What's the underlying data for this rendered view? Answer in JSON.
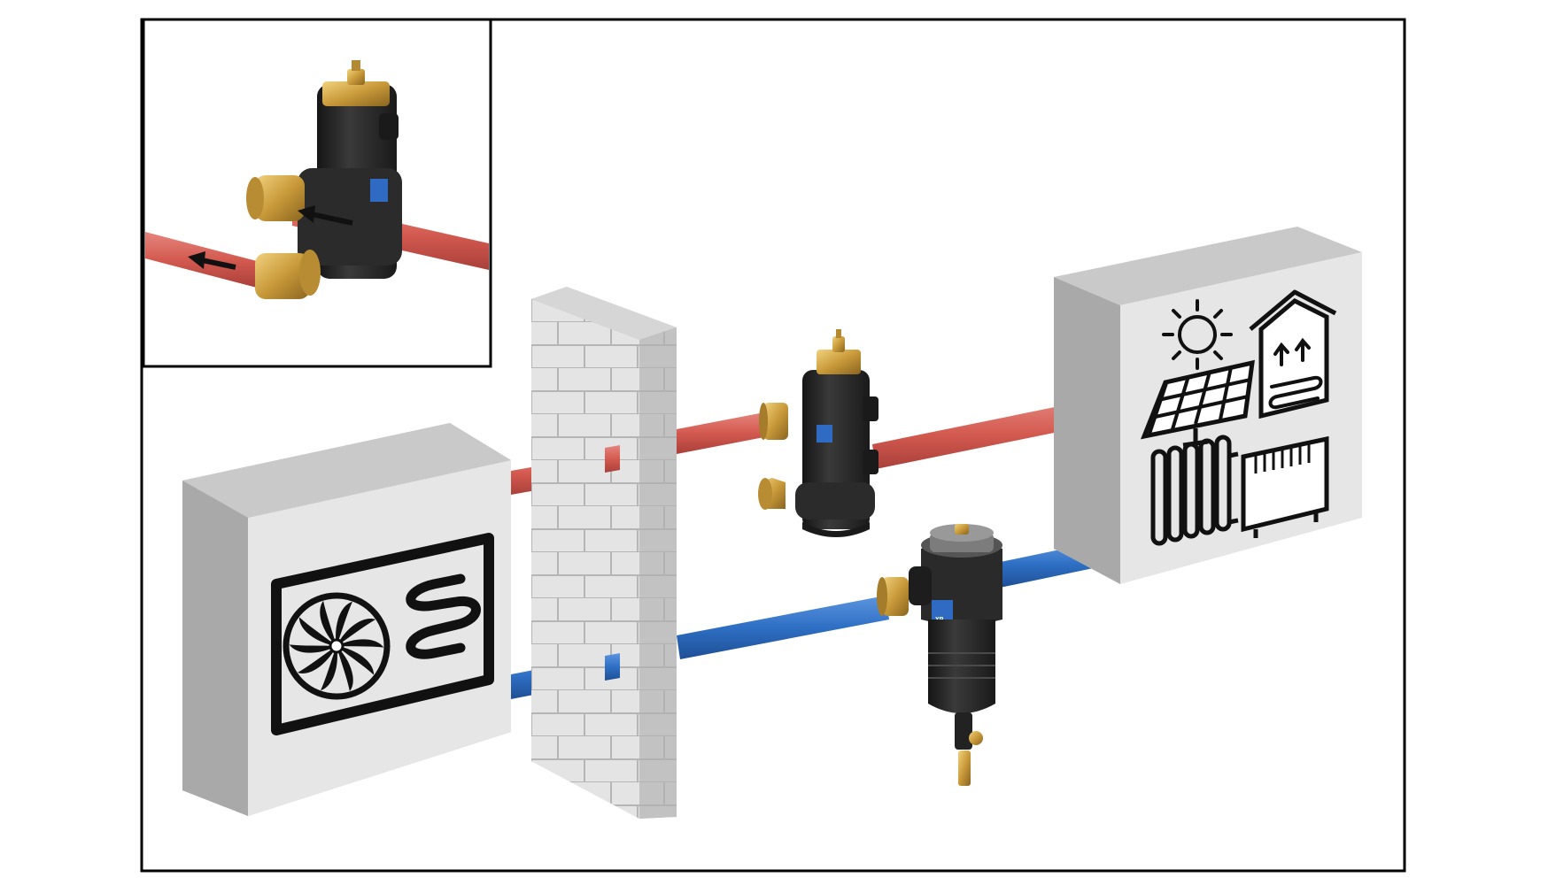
{
  "diagram": {
    "components": [
      {
        "id": "heat-pump",
        "icon": "fan-icon"
      },
      {
        "id": "heat-pump-coil",
        "icon": "coil-icon"
      },
      {
        "id": "wall",
        "icon": "brick-wall"
      },
      {
        "id": "air-separator",
        "icon": "air-dirt-separator-icon"
      },
      {
        "id": "magnetic-filter",
        "icon": "magnetic-dirt-separator-icon"
      },
      {
        "id": "heat-emitters",
        "icon": "solar-panel-icon"
      },
      {
        "id": "sun",
        "icon": "sun-icon"
      },
      {
        "id": "house",
        "icon": "house-icon"
      },
      {
        "id": "radiator",
        "icon": "radiator-icon"
      },
      {
        "id": "convector",
        "icon": "convector-icon"
      }
    ],
    "flow_pipe_color": "#d45a50",
    "return_pipe_color": "#2e6fc4",
    "brass_color": "#c99a3a",
    "body_color": "#2b2b2b",
    "frame_color": "#000000",
    "inset": {
      "flow_arrows": [
        "arrow-left-icon",
        "arrow-left-icon"
      ]
    },
    "badges": {
      "separator_label": "",
      "filter_label": "XP"
    }
  }
}
